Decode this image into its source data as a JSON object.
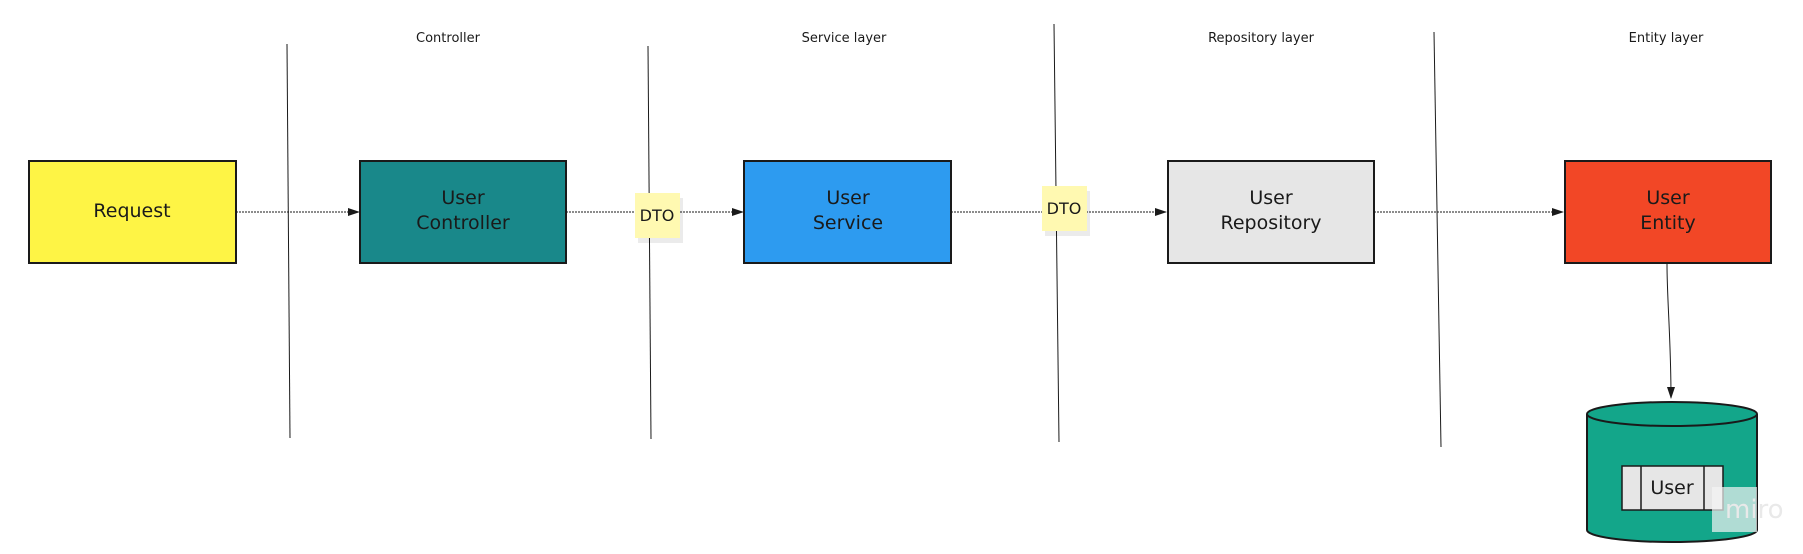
{
  "layers": {
    "controller": "Controller",
    "service": "Service layer",
    "repository": "Repository layer",
    "entity": "Entity layer"
  },
  "boxes": {
    "request": "Request",
    "user_controller": [
      "User",
      "Controller"
    ],
    "user_service": [
      "User",
      "Service"
    ],
    "user_repository": [
      "User",
      "Repository"
    ],
    "user_entity": [
      "User",
      "Entity"
    ]
  },
  "notes": {
    "dto_1": "DTO",
    "dto_2": "DTO"
  },
  "database": {
    "table_label": "User"
  },
  "watermark": "miro",
  "colors": {
    "request_fill": "#fef445",
    "controller_fill": "#19888a",
    "service_fill": "#2d9bf0",
    "repository_fill": "#e6e6e6",
    "entity_fill": "#f24726",
    "database_fill": "#13a68a",
    "sticky_note": "#fff9b1",
    "stroke": "#1a1a1a"
  }
}
